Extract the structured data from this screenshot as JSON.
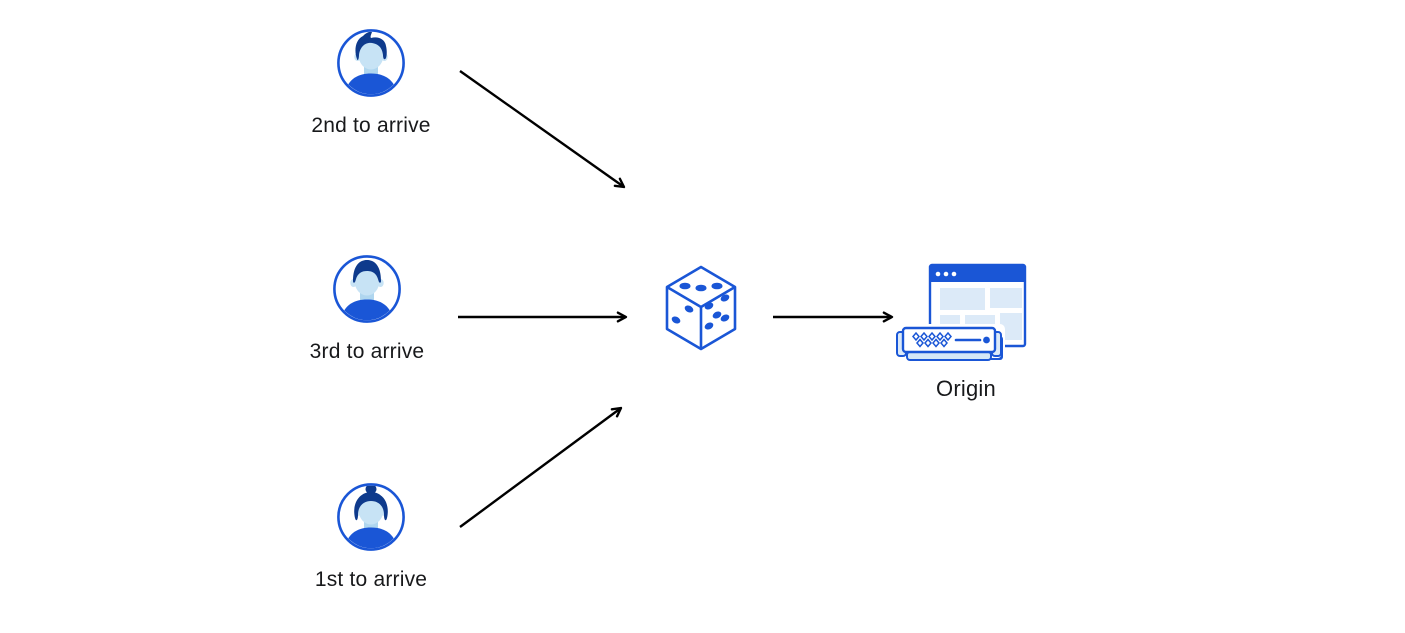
{
  "page": {
    "background_color": "#FFFFFF",
    "description": "Random traffic steering diagram: three clients send requests through a dice (random selection) to an origin server"
  },
  "colors": {
    "accent_blue": "#1A56D6",
    "dark_navy_hair": "#0E3A8C",
    "light_blue_skin": "#C7E3F5",
    "panel_light_blue": "#DCEAF8",
    "server_base_blue": "#D5E7F7",
    "arrow_black": "#000000",
    "label_text": "#18191B"
  },
  "diagram": {
    "clients": [
      {
        "label": "2nd to arrive",
        "avatar_icon": "male-user-swept-hair-avatar-icon",
        "position": "top-left"
      },
      {
        "label": "3rd to arrive",
        "avatar_icon": "male-user-short-hair-avatar-icon",
        "position": "middle-left"
      },
      {
        "label": "1st to arrive",
        "avatar_icon": "female-user-bun-avatar-icon",
        "position": "bottom-left"
      }
    ],
    "randomizer": {
      "icon": "dice-icon",
      "dice_pips": {
        "top_face": 3,
        "left_face": 2,
        "right_face": 5
      }
    },
    "origin": {
      "label": "Origin",
      "icon": "browser-window-server-icon"
    },
    "flows": [
      {
        "from": "2nd to arrive",
        "to": "dice"
      },
      {
        "from": "3rd to arrive",
        "to": "dice"
      },
      {
        "from": "1st to arrive",
        "to": "dice"
      },
      {
        "from": "dice",
        "to": "Origin"
      }
    ]
  }
}
